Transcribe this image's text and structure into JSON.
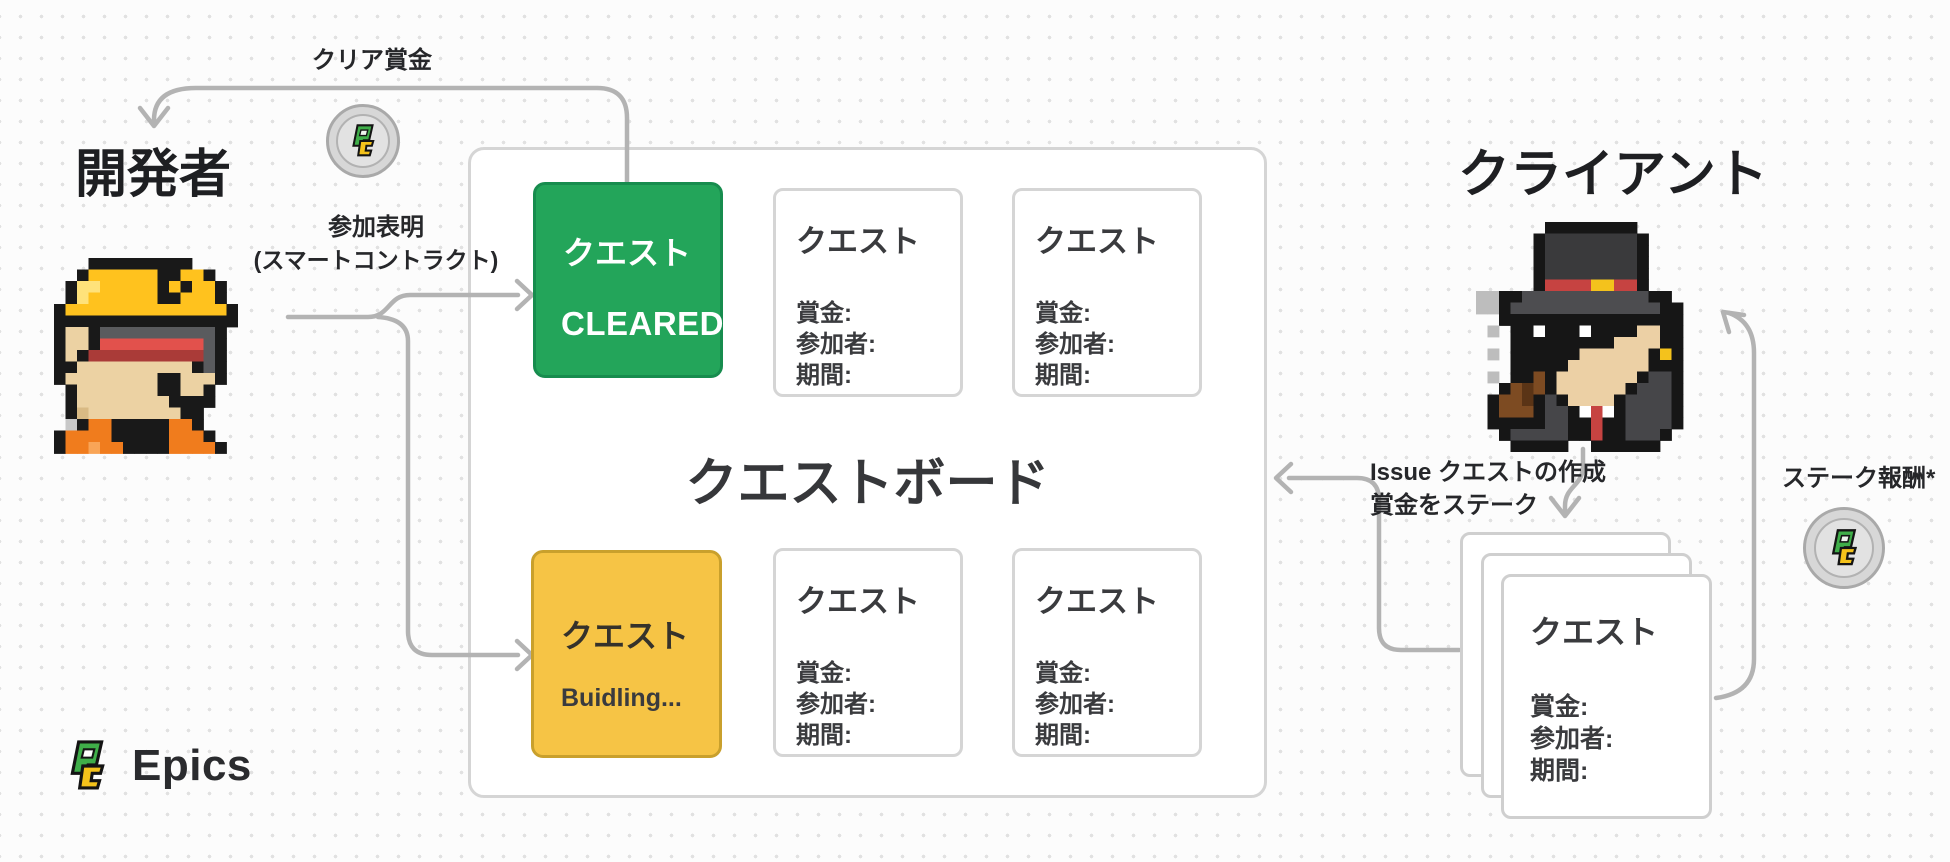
{
  "actors": {
    "developer": "開発者",
    "client": "クライアント"
  },
  "labels": {
    "clear_reward": "クリア賞金",
    "participation_line1": "参加表明",
    "participation_line2": "(スマートコントラクト)",
    "issue_line1": "Issue クエストの作成",
    "issue_line2": "賞金をステーク",
    "stake_reward": "ステーク報酬*"
  },
  "quest_board": {
    "title": "クエストボード",
    "cleared_card": {
      "title": "クエスト",
      "status": "CLEARED"
    },
    "building_card": {
      "title": "クエスト",
      "status": "Buidling..."
    },
    "open_card": {
      "title": "クエスト",
      "fields": [
        "賞金:",
        "参加者:",
        "期間:"
      ]
    },
    "open_card_count": 4
  },
  "issued_quests": {
    "stack_count": 3,
    "card": {
      "title": "クエスト",
      "fields": [
        "賞金:",
        "参加者:",
        "期間:"
      ]
    }
  },
  "brand": {
    "name": "Epics"
  },
  "colors": {
    "cleared_green": "#23a55a",
    "building_yellow": "#f6c445",
    "card_border_gray": "#d5d5d5",
    "arrow_gray": "#b3b3b3",
    "text_dark": "#26272a",
    "coin_silver": "#d7d7d7",
    "logo_green": "#3fae49",
    "logo_yellow": "#f4c21b"
  },
  "sprites": {
    "developer": {
      "cell": 11.5,
      "palette": {
        "K": "#191919",
        "Y": "#ffc21e",
        "y": "#ffe27a",
        "S": "#ecd2a3",
        "s": "#d9ba84",
        "G": "#5a5b5e",
        "R": "#e2514c",
        "r": "#aa3b38",
        "N": "#f07c1d",
        "n": "#f9a557",
        "A": "#c8c8c8"
      },
      "grid": [
        "...KKKKKKKKK....",
        "..KYYYYYYKKYYK..",
        ".KyyYYYYYKYKYYK.",
        ".KyYYYYYYKKYYYK.",
        "KYYYYYYYYYYYYYYK",
        "KKKKKKKKKKKKKKKK",
        "KSSKGGGGGGGGGGK.",
        "KSSKRRRRRRRRRGK.",
        "KSKrrrrrrrrrrGK.",
        "KKSSSSSSSSSSKGK.",
        "KSSSSSSSSKKSSSK.",
        ".KSSSSSSSKKSSK..",
        ".KSSSSSSSSKKKK..",
        ".KsSSSSSSSSKK...",
        ".AKNNKKKKKNNK...",
        "KNNNNKKKKKNNNK..",
        "KNNnNNKKKKNNNNK."
      ]
    },
    "client": {
      "cell": 11.5,
      "palette": {
        "K": "#161616",
        "H": "#3a3a3c",
        "G": "#4d4d50",
        "C": "#464649",
        "R": "#c64341",
        "Y": "#f4c21c",
        "W": "#ffffff",
        "F": "#ecd0a5",
        "B": "#7d4b22",
        "b": "#5a3416",
        "A": "#bdbdbd",
        "T": "#c64341"
      },
      "grid": [
        "......KKKKKKKK.....",
        ".....KHHHHHHHHK....",
        ".....KHHHHHHHHK....",
        ".....KHHHHHHHHK....",
        ".....KHHHHHHHHK....",
        ".....KRRRRYYRRK....",
        "AAKKGGGGGGGGGGGKK..",
        "AAKGGGGGGGGGGGGGKK.",
        "..KKKKKKKKKKKKKKKK.",
        ".A.KKWKKKWKKKKFFKK.",
        "...KKKKKKKKKFFFFKK.",
        ".A.KKKKKKFFFFFFKYK.",
        "...KKKKKFFFFFFFKKK.",
        ".A.KKBKFFFFFFFKCCK.",
        "..KBbBKFFFFFFKCCCK.",
        ".KBBbKCKFFFFKCCCCK.",
        ".KBBBKCCKWTWKCCCCK.",
        ".KKKKKCCKKTKKCCCCK.",
        "..KCCCCCKKTKKCCCK..",
        "...KKKKK..KKKKKK..."
      ]
    }
  }
}
